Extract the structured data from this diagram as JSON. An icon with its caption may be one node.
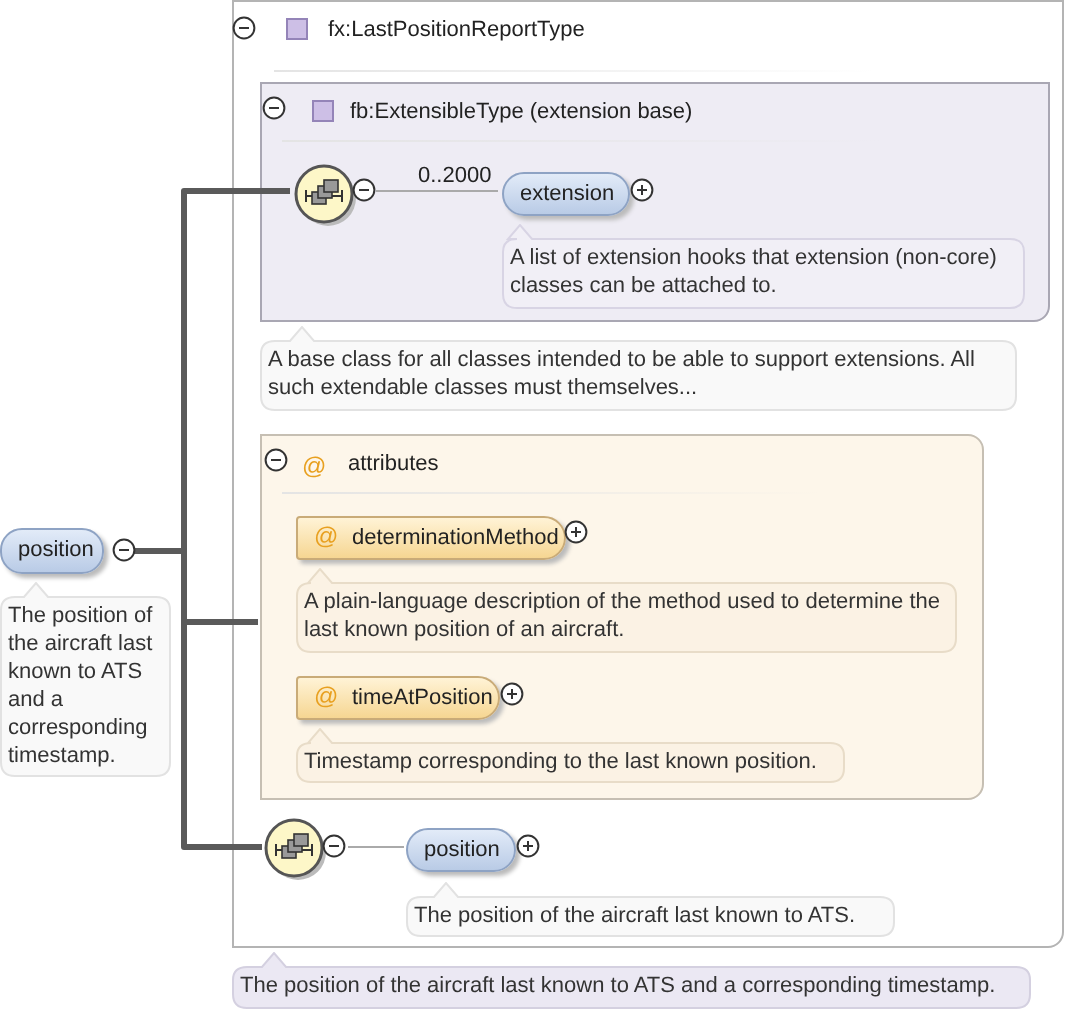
{
  "diagram": {
    "nodes": [
      {
        "text": [
          "position"
        ]
      },
      {
        "text": [
          "The position of the aircraft last known to ATS and a corresponding timestamp."
        ]
      },
      {
        "text": [
          "fx:LastPositionReportType"
        ]
      },
      {
        "text": [
          "fb:ExtensibleType (extension base)"
        ],
        "in": 2
      },
      {
        "text": [],
        "shape": "circle",
        "in": 3
      },
      {
        "text": [
          "extension"
        ],
        "in": 3
      },
      {
        "text": [
          "A list of extension hooks that extension (non-core) classes can be attached to."
        ],
        "in": 3
      },
      {
        "text": [
          "A base class for all classes intended to be able to support extensions. All such extendable classes must themselves..."
        ],
        "in": 2
      },
      {
        "text": [
          "@",
          "attributes"
        ],
        "in": 2
      },
      {
        "text": [
          "@",
          "determinationMethod"
        ],
        "in": 8
      },
      {
        "text": [
          "A plain-language description of the method used to determine the last known position of an aircraft."
        ],
        "in": 8
      },
      {
        "text": [
          "@",
          "timeAtPosition"
        ],
        "in": 8
      },
      {
        "text": [
          "Timestamp corresponding to the last known position."
        ],
        "in": 8
      },
      {
        "text": [],
        "shape": "circle",
        "in": 2
      },
      {
        "text": [
          "position"
        ],
        "in": 2
      },
      {
        "text": [
          "The position of the aircraft last known to ATS."
        ],
        "in": 2
      },
      {
        "text": [
          "The position of the aircraft last known to ATS and a corresponding timestamp."
        ]
      }
    ],
    "edges": [
      {
        "from": 0,
        "to": 4,
        "arrow": "none"
      },
      {
        "from": 0,
        "to": 8,
        "arrow": "none"
      },
      {
        "from": 0,
        "to": 13,
        "arrow": "none"
      },
      {
        "from": 4,
        "to": 5,
        "arrow": "none",
        "label": "0..2000",
        "color": "#aaaaaa"
      },
      {
        "from": 13,
        "to": 14,
        "arrow": "none",
        "color": "#aaaaaa"
      }
    ]
  }
}
